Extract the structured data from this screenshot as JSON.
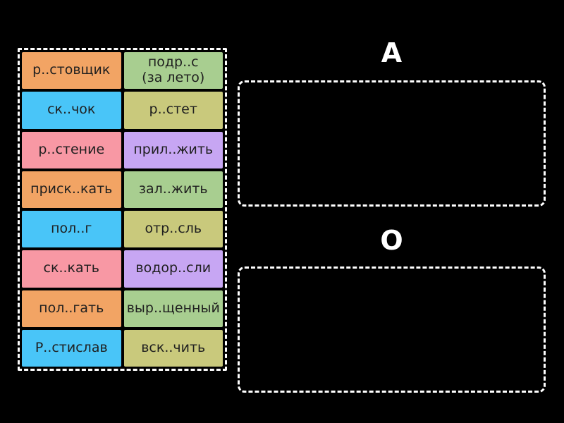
{
  "categories": [
    {
      "label": "А"
    },
    {
      "label": "О"
    }
  ],
  "tiles": [
    {
      "label": "р..стовщик",
      "bg": "#f2a464"
    },
    {
      "label": "подр..с\n(за лето)",
      "bg": "#a8ce90"
    },
    {
      "label": "ск..чок",
      "bg": "#49c5f8"
    },
    {
      "label": "р..стет",
      "bg": "#c9c97c"
    },
    {
      "label": "р..стение",
      "bg": "#f898a4"
    },
    {
      "label": "прил..жить",
      "bg": "#c7a6f3"
    },
    {
      "label": "приск..кать",
      "bg": "#f2a464"
    },
    {
      "label": "зал..жить",
      "bg": "#a8ce90"
    },
    {
      "label": "пол..г",
      "bg": "#49c5f8"
    },
    {
      "label": "отр..сль",
      "bg": "#c9c97c"
    },
    {
      "label": "ск..кать",
      "bg": "#f898a4"
    },
    {
      "label": "водор..сли",
      "bg": "#c7a6f3"
    },
    {
      "label": "пол..гать",
      "bg": "#f2a464"
    },
    {
      "label": "выр..щенный",
      "bg": "#a8ce90"
    },
    {
      "label": "Р..стислав",
      "bg": "#49c5f8"
    },
    {
      "label": "вск..чить",
      "bg": "#c9c97c"
    }
  ],
  "colors": {
    "background": "#000000",
    "dashed_border": "#ffffff",
    "tile_text": "#1f1f1f",
    "category_text": "#ffffff"
  }
}
